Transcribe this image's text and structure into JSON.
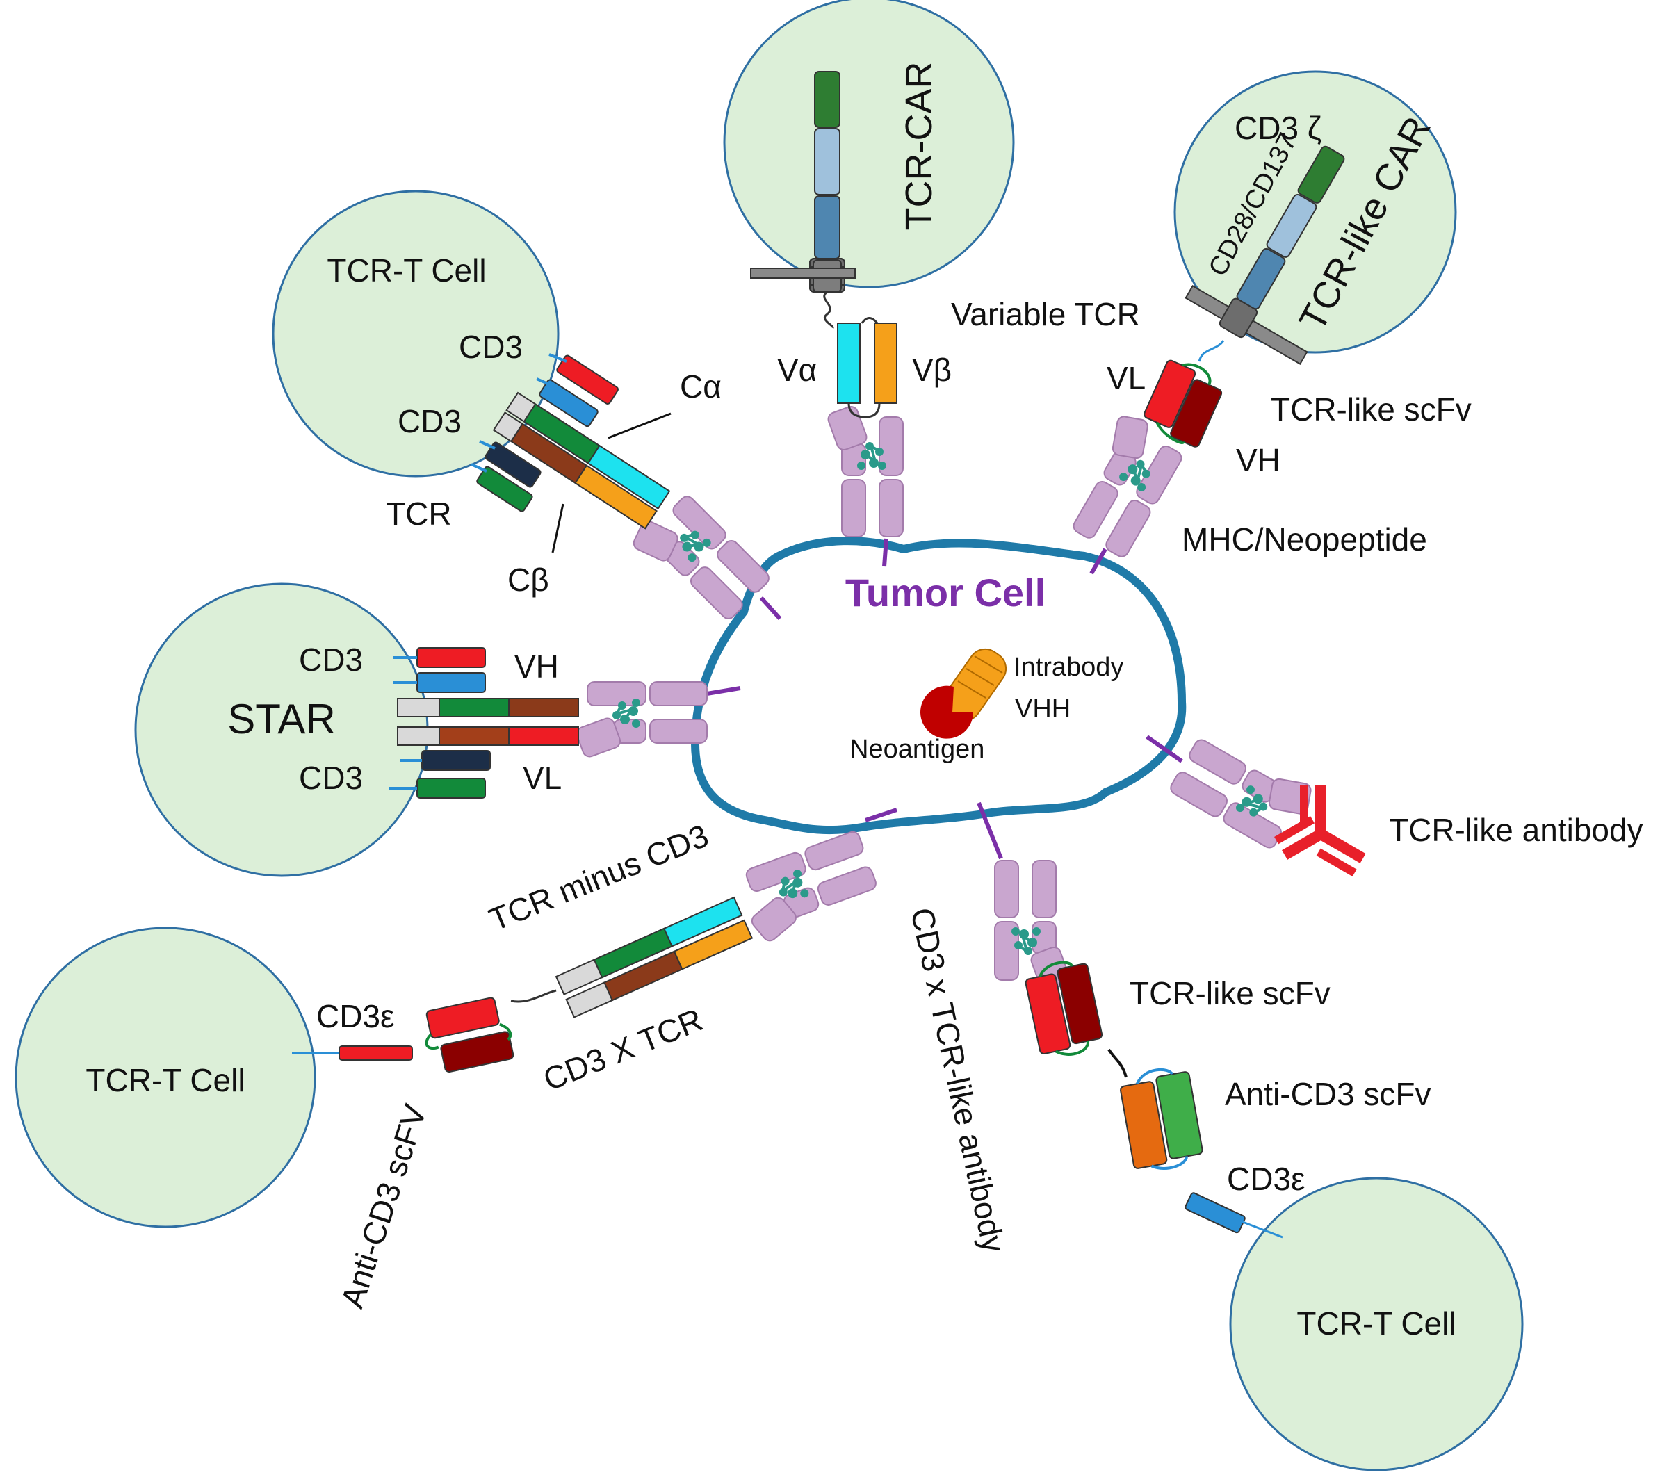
{
  "colors": {
    "cell_fill": "#dcefd8",
    "cell_stroke": "#2f6fa3",
    "tumor_stroke": "#1f7aa8",
    "tumor_text": "#7b2fa8",
    "mhc_fill": "#c9a6cf",
    "mhc_stroke": "#a37bab",
    "peptide": "#2a9a8a",
    "red": "#ee1c24",
    "dark_red": "#8b0000",
    "blue": "#2a8fd6",
    "navy": "#1c2e48",
    "green": "#128a3a",
    "dark_green": "#2e7d32",
    "light_green": "#3fae49",
    "brown": "#8b3a1a",
    "orange": "#f5a01a",
    "cyan": "#1de2ef",
    "gray": "#d9d9d9",
    "steel_blue": "#4f86b0",
    "light_steel": "#9fc1dc",
    "orange_dark": "#e56a10",
    "antibody_red": "#e8202a"
  },
  "labels": {
    "tumor_cell": "Tumor Cell",
    "intrabody": "Intrabody",
    "vhh": "VHH",
    "neoantigen": "Neoantigen",
    "tcr_t_cell_1": "TCR-T Cell",
    "tcr_t_cell_2": "TCR-T Cell",
    "tcr_t_cell_3": "TCR-T Cell",
    "cd3_a": "CD3",
    "cd3_b": "CD3",
    "c_alpha": "Cα",
    "c_beta": "Cβ",
    "tcr": "TCR",
    "tcr_car": "TCR-CAR",
    "v_alpha": "Vα",
    "v_beta": "Vβ",
    "variable_tcr": "Variable TCR",
    "cd3_zeta": "CD3 ζ",
    "cd28_cd137": "CD28/CD137",
    "tcr_like_car": "TCR-like CAR",
    "vl_car": "VL",
    "vh_car": "VH",
    "tcr_like_scfv_car": "TCR-like scFv",
    "mhc_neopeptide": "MHC/Neopeptide",
    "star": "STAR",
    "star_cd3_top": "CD3",
    "star_cd3_bottom": "CD3",
    "star_vh": "VH",
    "star_vl": "VL",
    "tcr_like_antibody": "TCR-like antibody",
    "tcr_minus_cd3": "TCR minus CD3",
    "cd3_x_tcr": "CD3 X TCR",
    "cd3_epsilon_left": "CD3ε",
    "anti_cd3_scfv_left": "Anti-CD3 scFV",
    "cd3_x_tcr_like_antibody": "CD3 x TCR-like antibody",
    "tcr_like_scfv_bottom": "TCR-like scFv",
    "anti_cd3_scfv_bottom": "Anti-CD3 scFv",
    "cd3_epsilon_bottom": "CD3ε"
  }
}
